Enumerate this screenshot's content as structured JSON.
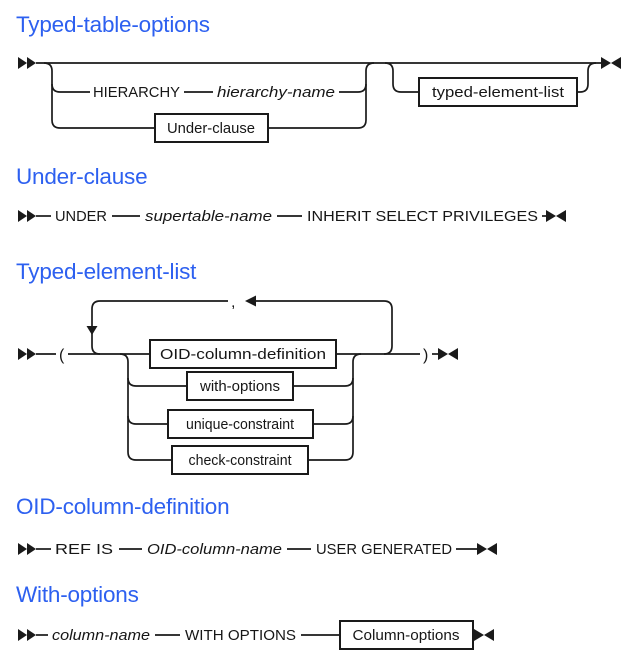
{
  "colors": {
    "heading_blue": "#2d60f0",
    "diagram_ink": "#1a1a1a"
  },
  "sections": [
    {
      "heading": "Typed-table-options",
      "tokens": {
        "kw_hierarchy": "HIERARCHY",
        "var_hierarchy_name": "hierarchy-name",
        "box_under_clause": "Under-clause",
        "box_typed_element_list": "typed-element-list"
      }
    },
    {
      "heading": "Under-clause",
      "tokens": {
        "kw_under": "UNDER",
        "var_supertable_name": "supertable-name",
        "kw_inherit_select_privileges": "INHERIT SELECT PRIVILEGES"
      }
    },
    {
      "heading": "Typed-element-list",
      "tokens": {
        "open_paren": "(",
        "comma": ",",
        "close_paren": ")",
        "box_oid_column_definition": "OID-column-definition",
        "box_with_options": "with-options",
        "box_unique_constraint": "unique-constraint",
        "box_check_constraint": "check-constraint"
      }
    },
    {
      "heading": "OID-column-definition",
      "tokens": {
        "kw_ref_is": "REF IS",
        "var_oid_column_name": "OID-column-name",
        "kw_user_generated": "USER GENERATED"
      }
    },
    {
      "heading": "With-options",
      "tokens": {
        "var_column_name": "column-name",
        "kw_with_options": "WITH OPTIONS",
        "box_column_options": "Column-options"
      }
    }
  ]
}
